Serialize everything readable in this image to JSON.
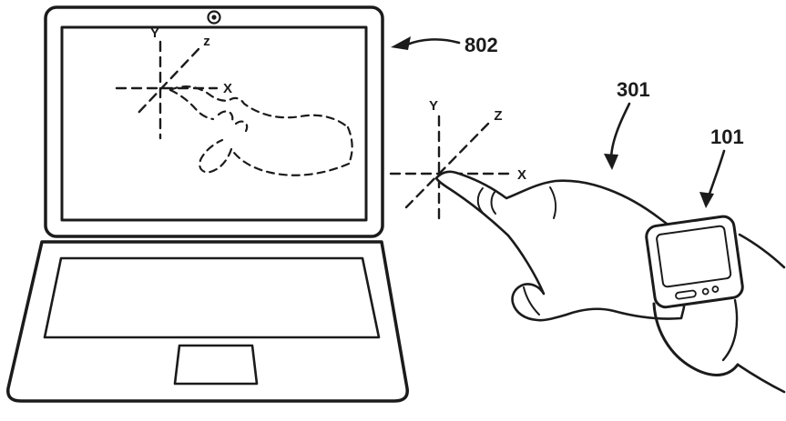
{
  "colors": {
    "background": "#ffffff",
    "ink": "#1b1b1b"
  },
  "references": {
    "laptop": {
      "label": "802"
    },
    "hand": {
      "label": "301"
    },
    "smartwatch": {
      "label": "101"
    }
  },
  "onscreen_axes": {
    "y": "Y",
    "z": "z",
    "x": "X"
  },
  "fingertip_axes": {
    "y": "Y",
    "z": "Z",
    "x": "X"
  }
}
